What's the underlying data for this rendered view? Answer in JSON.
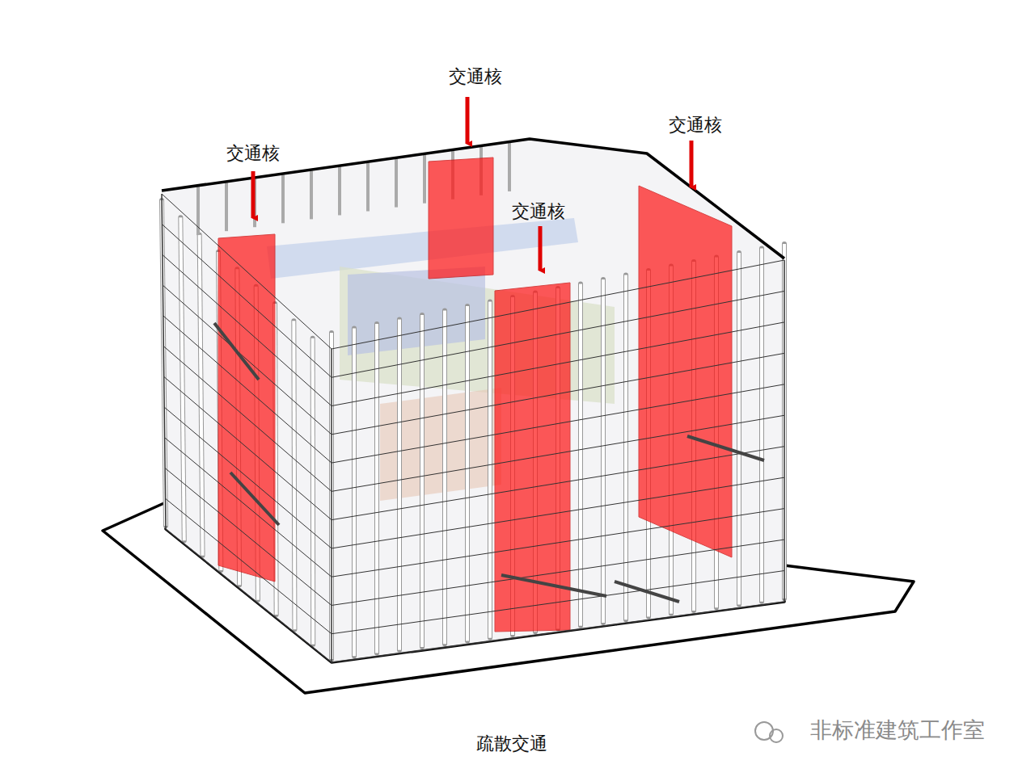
{
  "diagram": {
    "caption": "疏散交通",
    "labels": [
      "交通核",
      "交通核",
      "交通核",
      "交通核",
      "非标准建筑工作室"
    ]
  }
}
